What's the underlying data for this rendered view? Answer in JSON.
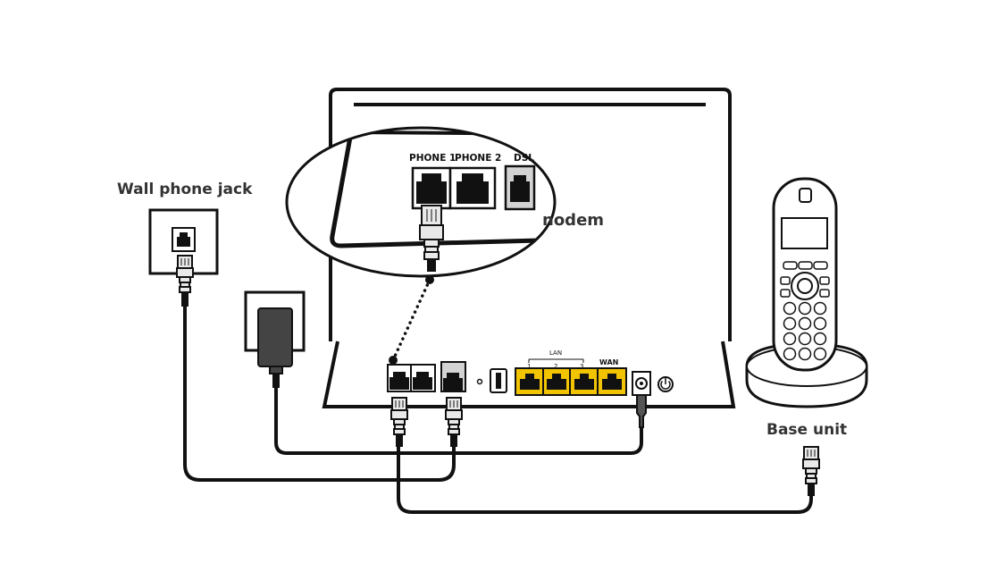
{
  "labels": {
    "wall_phone_jack": "Wall phone jack",
    "base_unit": "Base unit",
    "modem_partial": "nodem"
  },
  "ports": {
    "phone1": "PHONE 1",
    "phone2": "PHONE 2",
    "dsl": "DSL",
    "lan": "LAN",
    "lan1": "1",
    "lan2": "2",
    "lan3": "3",
    "wan": "WAN"
  },
  "colors": {
    "line": "#111111",
    "label_text": "#333333",
    "lan_port": "#f2c400",
    "dsl_port": "#d3d3d3",
    "adapter": "#444444",
    "plug_fill": "#e9e9e9"
  }
}
